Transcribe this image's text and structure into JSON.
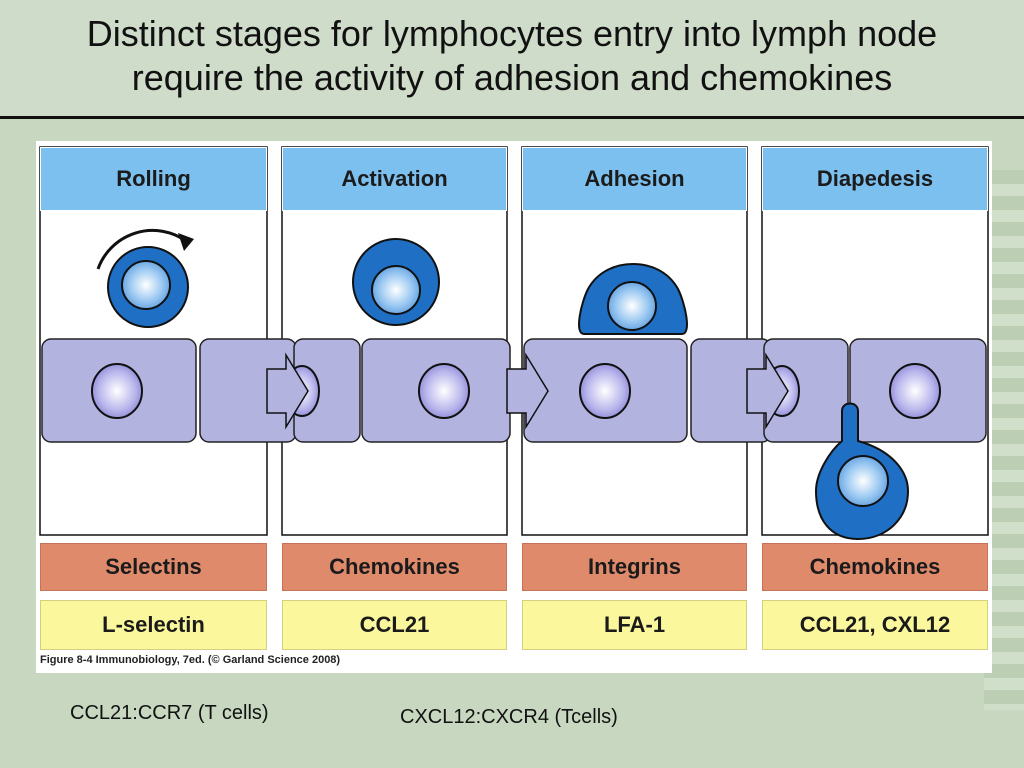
{
  "title": {
    "line1": "Distinct stages for lymphocytes entry into lymph node",
    "line2": "require the activity of adhesion and chemokines"
  },
  "figure": {
    "stages": [
      {
        "name": "Rolling",
        "class": "Selectins",
        "molecule": "L-selectin"
      },
      {
        "name": "Activation",
        "class": "Chemokines",
        "molecule": "CCL21"
      },
      {
        "name": "Adhesion",
        "class": "Integrins",
        "molecule": "LFA-1"
      },
      {
        "name": "Diapedesis",
        "class": "Chemokines",
        "molecule": "CCL21, CXL12"
      }
    ],
    "caption": "Figure 8-4  Immunobiology, 7ed. (© Garland Science 2008)",
    "colors": {
      "stage_header": "#7cc0ef",
      "class_row": "#e08a6c",
      "molecule_row": "#fbf79c",
      "endothelium": "#b3b3e0",
      "lymphocyte": "#1f6fc4"
    }
  },
  "notes": {
    "left": "CCL21:CCR7 (T cells)",
    "right": "CXCL12:CXCR4 (Tcells)"
  }
}
